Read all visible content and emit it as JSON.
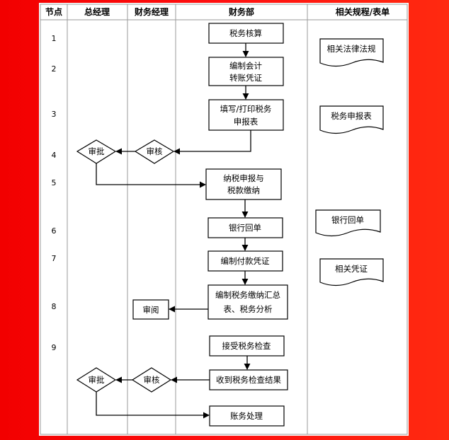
{
  "headers": [
    "节点",
    "总经理",
    "财务经理",
    "财务部",
    "相关规程/表单"
  ],
  "nodes": [
    "1",
    "2",
    "3",
    "4",
    "5",
    "6",
    "7",
    "8",
    "9"
  ],
  "finance_dept": {
    "b1": [
      "税务核算"
    ],
    "b2": [
      "编制会计",
      "转账凭证"
    ],
    "b3": [
      "填写/打印税务",
      "申报表"
    ],
    "b4": [
      "纳税申报与",
      "税款缴纳"
    ],
    "b5": [
      "银行回单"
    ],
    "b6": [
      "编制付款凭证"
    ],
    "b7": [
      "编制税务缴纳汇总",
      "表、税务分析"
    ],
    "b8": [
      "接受税务检查"
    ],
    "b9": [
      "收到税务检查结果"
    ],
    "b10": [
      "账务处理"
    ]
  },
  "decisions": {
    "gm1": "审批",
    "fm1": "审核",
    "gm2": "审批",
    "fm2": "审核"
  },
  "fm_box": "审阅",
  "docs": {
    "d1": "相关法律法规",
    "d2": "税务申报表",
    "d3": "银行回单",
    "d4": "相关凭证"
  }
}
